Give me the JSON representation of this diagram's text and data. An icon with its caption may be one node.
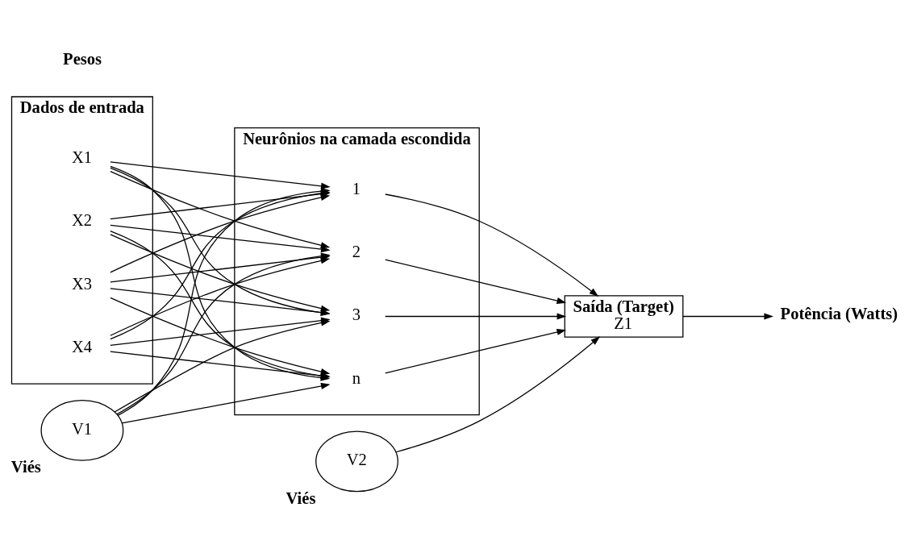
{
  "diagram": {
    "nodes": [
      {
        "text": [
          "Dados de entrada"
        ]
      },
      {
        "text": [
          "X1"
        ],
        "in": 0
      },
      {
        "text": [
          "X2"
        ],
        "in": 0
      },
      {
        "text": [
          "X3"
        ],
        "in": 0
      },
      {
        "text": [
          "X4"
        ],
        "in": 0
      },
      {
        "text": [
          "Neurônios na camada escondida"
        ]
      },
      {
        "text": [
          "1"
        ],
        "in": 5
      },
      {
        "text": [
          "2"
        ],
        "in": 5
      },
      {
        "text": [
          "3"
        ],
        "in": 5
      },
      {
        "text": [
          "n"
        ],
        "in": 5
      },
      {
        "text": [
          "Saída (Target)",
          "Z1"
        ]
      },
      {
        "text": [
          "Potência (Watts)"
        ]
      },
      {
        "text": [
          "V1"
        ],
        "beside": [
          "Viés"
        ]
      },
      {
        "text": [
          "V2"
        ],
        "beside": [
          "Viés"
        ]
      }
    ],
    "edges": [
      {
        "from": 1,
        "to": 6,
        "arrow": "to"
      },
      {
        "from": 1,
        "to": 7,
        "arrow": "to"
      },
      {
        "from": 1,
        "to": 8,
        "arrow": "to"
      },
      {
        "from": 1,
        "to": 9,
        "arrow": "to"
      },
      {
        "from": 2,
        "to": 6,
        "arrow": "to"
      },
      {
        "from": 2,
        "to": 7,
        "arrow": "to"
      },
      {
        "from": 2,
        "to": 8,
        "arrow": "to"
      },
      {
        "from": 2,
        "to": 9,
        "arrow": "to"
      },
      {
        "from": 3,
        "to": 6,
        "arrow": "to"
      },
      {
        "from": 3,
        "to": 7,
        "arrow": "to"
      },
      {
        "from": 3,
        "to": 8,
        "arrow": "to"
      },
      {
        "from": 3,
        "to": 9,
        "arrow": "to"
      },
      {
        "from": 4,
        "to": 6,
        "arrow": "to"
      },
      {
        "from": 4,
        "to": 7,
        "arrow": "to"
      },
      {
        "from": 4,
        "to": 8,
        "arrow": "to"
      },
      {
        "from": 4,
        "to": 9,
        "arrow": "to"
      },
      {
        "from": 12,
        "to": 6,
        "arrow": "to"
      },
      {
        "from": 12,
        "to": 7,
        "arrow": "to"
      },
      {
        "from": 12,
        "to": 8,
        "arrow": "to"
      },
      {
        "from": 12,
        "to": 9,
        "arrow": "to"
      },
      {
        "from": 6,
        "to": 10,
        "arrow": "to"
      },
      {
        "from": 7,
        "to": 10,
        "arrow": "to"
      },
      {
        "from": 8,
        "to": 10,
        "arrow": "to"
      },
      {
        "from": 9,
        "to": 10,
        "arrow": "to"
      },
      {
        "from": 13,
        "to": 10,
        "arrow": "to"
      },
      {
        "from": 10,
        "to": 11,
        "arrow": "to"
      }
    ],
    "labels": [
      "Pesos"
    ]
  }
}
